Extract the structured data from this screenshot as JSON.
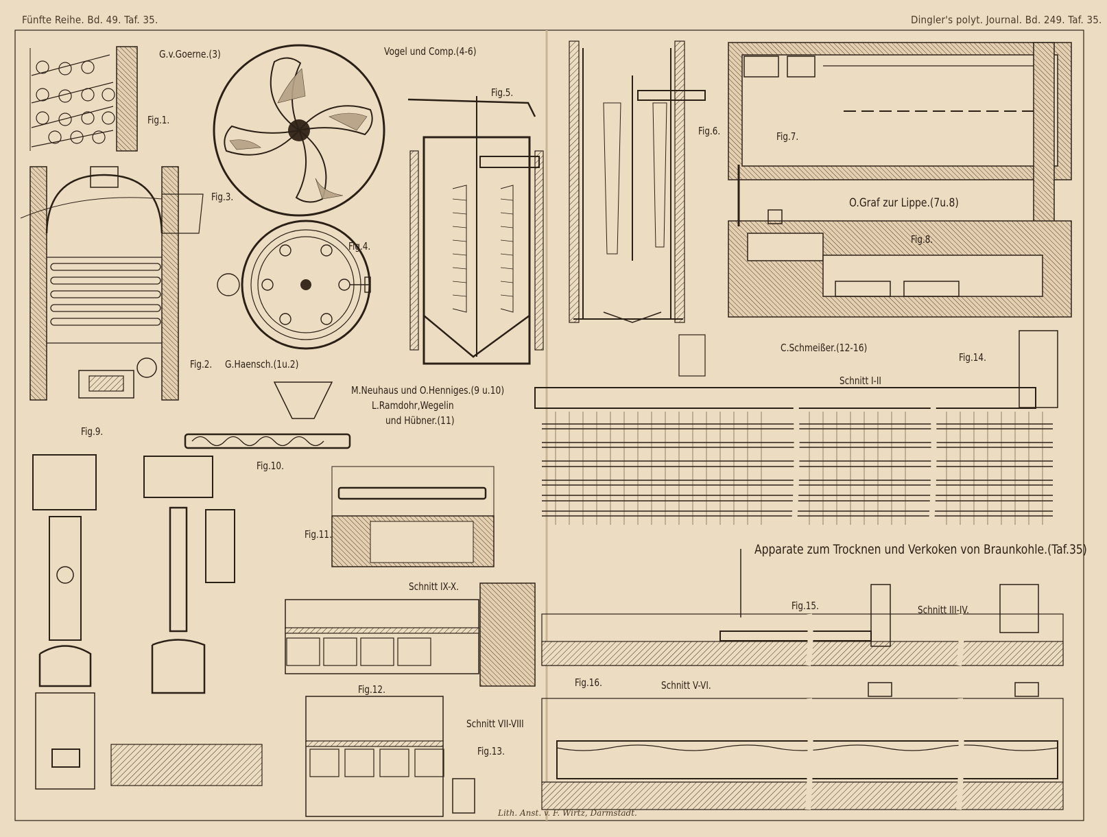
{
  "header": {
    "left": "Fünfte Reihe. Bd. 49. Taf. 35.",
    "right": "Dingler's polyt. Journal. Bd. 249. Taf. 35."
  },
  "inventors": {
    "goerne": "G.v.Goerne.(3)",
    "vogel": "Vogel und Comp.(4-6)",
    "haensch": "G.Haensch.(1u.2)",
    "lippe": "O.Graf zur Lippe.(7u.8)",
    "schmeisser": "C.Schmeißer.(12-16)",
    "neuhaus_1": "M.Neuhaus und O.Henniges.(9 u.10)",
    "neuhaus_2": "L.Ramdohr,Wegelin",
    "neuhaus_3": "und Hübner.(11)"
  },
  "figures": {
    "fig1": "Fig.1.",
    "fig2": "Fig.2.",
    "fig3": "Fig.3.",
    "fig4": "Fig.4.",
    "fig5": "Fig.5.",
    "fig6": "Fig.6.",
    "fig7": "Fig.7.",
    "fig8": "Fig.8.",
    "fig9": "Fig.9.",
    "fig10": "Fig.10.",
    "fig11": "Fig.11.",
    "fig12": "Fig.12.",
    "fig13": "Fig.13.",
    "fig14": "Fig.14.",
    "fig15": "Fig.15.",
    "fig16": "Fig.16."
  },
  "sections": {
    "s1": "Schnitt I-II",
    "s2": "Schnitt IX-X.",
    "s3": "Schnitt III-IV.",
    "s4": "Schnitt V-VI.",
    "s5": "Schnitt VII-VIII"
  },
  "plate_title": "Apparate zum Trocknen und Verkoken von Braunkohle.(Taf.35)",
  "imprint": "Lith. Anst. v. F. Wirtz, Darmstadt."
}
